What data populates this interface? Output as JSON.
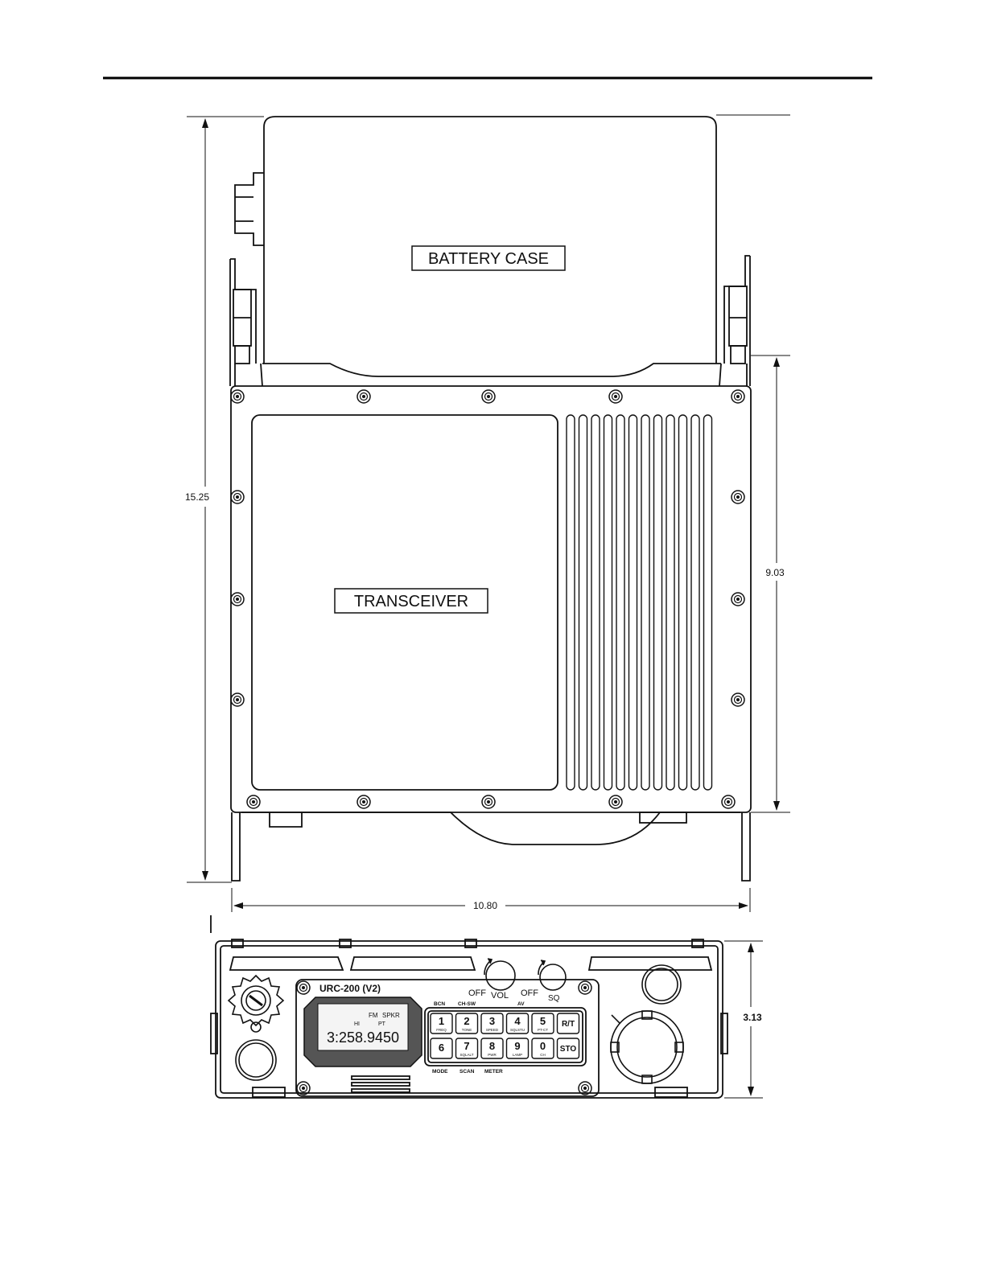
{
  "labels": {
    "battery_case": "BATTERY CASE",
    "transceiver": "TRANSCEIVER"
  },
  "dimensions": {
    "overall_height": "15.25",
    "transceiver_height": "9.03",
    "width": "10.80",
    "front_panel_height": "3.13"
  },
  "front_panel": {
    "model": "URC-200  (V2)",
    "display": {
      "fm": "FM",
      "spkr": "SPKR",
      "hi": "HI",
      "pt": "PT",
      "frequency": "3:258.9450"
    },
    "knobs": {
      "vol_off": "OFF",
      "vol": "VOL",
      "sq_off": "OFF",
      "sq": "SQ"
    },
    "top_labels": {
      "bcn": "BCN",
      "chsw": "CH-SW",
      "av": "AV"
    },
    "bottom_labels": {
      "mode": "MODE",
      "scan": "SCAN",
      "meter": "METER"
    },
    "keys": [
      {
        "main": "1",
        "sub": "FREQ"
      },
      {
        "main": "2",
        "sub": "TONE"
      },
      {
        "main": "3",
        "sub": "SPEED"
      },
      {
        "main": "4",
        "sub": "SQLSTU"
      },
      {
        "main": "5",
        "sub": "PT-CT"
      },
      {
        "main": "R/T",
        "sub": ""
      },
      {
        "main": "6",
        "sub": ""
      },
      {
        "main": "7",
        "sub": "SQLALT"
      },
      {
        "main": "8",
        "sub": "PWR"
      },
      {
        "main": "9",
        "sub": "LAMP"
      },
      {
        "main": "0",
        "sub": "CH"
      },
      {
        "main": "STO",
        "sub": ""
      }
    ]
  }
}
